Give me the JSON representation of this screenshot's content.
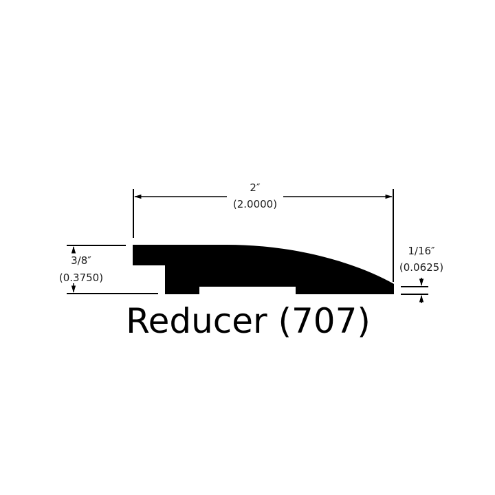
{
  "diagram": {
    "title": "Reducer (707)",
    "width_dimension": {
      "fraction": "2″",
      "decimal": "(2.0000)"
    },
    "height_dimension": {
      "fraction": "3/8″",
      "decimal": "(0.3750)"
    },
    "edge_dimension": {
      "fraction": "1/16″",
      "decimal": "(0.0625)"
    },
    "colors": {
      "profile_fill": "#000000",
      "background": "#ffffff",
      "text": "#1a1a1a"
    }
  }
}
